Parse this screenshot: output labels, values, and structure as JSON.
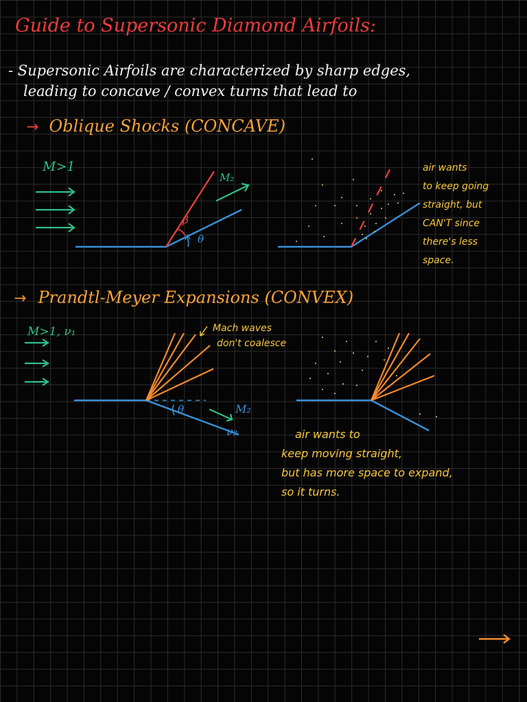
{
  "title": "Guide to Supersonic Diamond Airfoils:",
  "intro": {
    "line1": "- Supersonic Airfoils are characterized by sharp edges,",
    "line2": "leading to concave / convex turns that lead to"
  },
  "oblique": {
    "heading": "Oblique Shocks (CONCAVE)",
    "mach_label": "M>1",
    "m2_label": "M₂",
    "beta_label": "β",
    "theta_label": "θ",
    "note_lines": [
      "air wants",
      "to keep going",
      "straight, but",
      "CAN'T since",
      "there's less",
      "space."
    ]
  },
  "prandtl": {
    "heading": "Prandtl-Meyer Expansions (CONVEX)",
    "mach_label": "M>1, ν₁",
    "mach_waves_lines": [
      "Mach waves",
      "don't coalesce"
    ],
    "theta_label": "θ",
    "m2_label": "M₂",
    "nu2_label": "ν₂",
    "note_lines": [
      "air wants to",
      "keep moving straight,",
      "but has more space to expand,",
      "so it turns."
    ]
  },
  "colors": {
    "title_red": "#ef3b3b",
    "orange": "#f7a23a",
    "yellow_note": "#f7c83e",
    "green": "#2fbf8a",
    "blue": "#3a8fd6",
    "shock_red": "#f0413f",
    "grid": "#2c2c2c"
  },
  "icons": [
    "arrow-right-icon",
    "flow-arrow-icon"
  ]
}
